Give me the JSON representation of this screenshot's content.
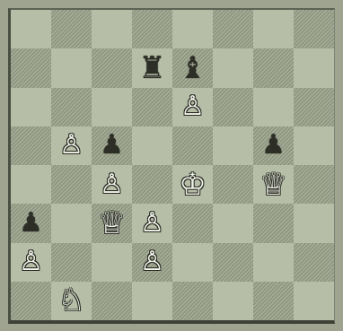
{
  "board": {
    "files": [
      "a",
      "b",
      "c",
      "d",
      "e",
      "f",
      "g",
      "h"
    ],
    "ranks": [
      8,
      7,
      6,
      5,
      4,
      3,
      2,
      1
    ],
    "colors": {
      "light": "#b6bea8",
      "dark": "#a3ab95"
    },
    "pieces": {
      "d7": {
        "type": "rook",
        "color": "black",
        "glyph": "♜"
      },
      "e7": {
        "type": "bishop",
        "color": "black",
        "glyph": "♝"
      },
      "e6": {
        "type": "pawn",
        "color": "white",
        "glyph": "♙"
      },
      "b5": {
        "type": "pawn",
        "color": "white",
        "glyph": "♙"
      },
      "c5": {
        "type": "pawn",
        "color": "black",
        "glyph": "♟"
      },
      "g5": {
        "type": "pawn",
        "color": "black",
        "glyph": "♟"
      },
      "c4": {
        "type": "pawn",
        "color": "white",
        "glyph": "♙"
      },
      "e4": {
        "type": "king",
        "color": "white",
        "glyph": "♔"
      },
      "g4": {
        "type": "queen",
        "color": "white",
        "glyph": "♕"
      },
      "a3": {
        "type": "pawn",
        "color": "black",
        "glyph": "♟"
      },
      "c3": {
        "type": "queen",
        "color": "white",
        "glyph": "♕"
      },
      "d3": {
        "type": "pawn",
        "color": "white",
        "glyph": "♙"
      },
      "a2": {
        "type": "pawn",
        "color": "white",
        "glyph": "♙"
      },
      "d2": {
        "type": "pawn",
        "color": "white",
        "glyph": "♙"
      },
      "b1": {
        "type": "knight",
        "color": "white",
        "glyph": "♘"
      }
    }
  }
}
